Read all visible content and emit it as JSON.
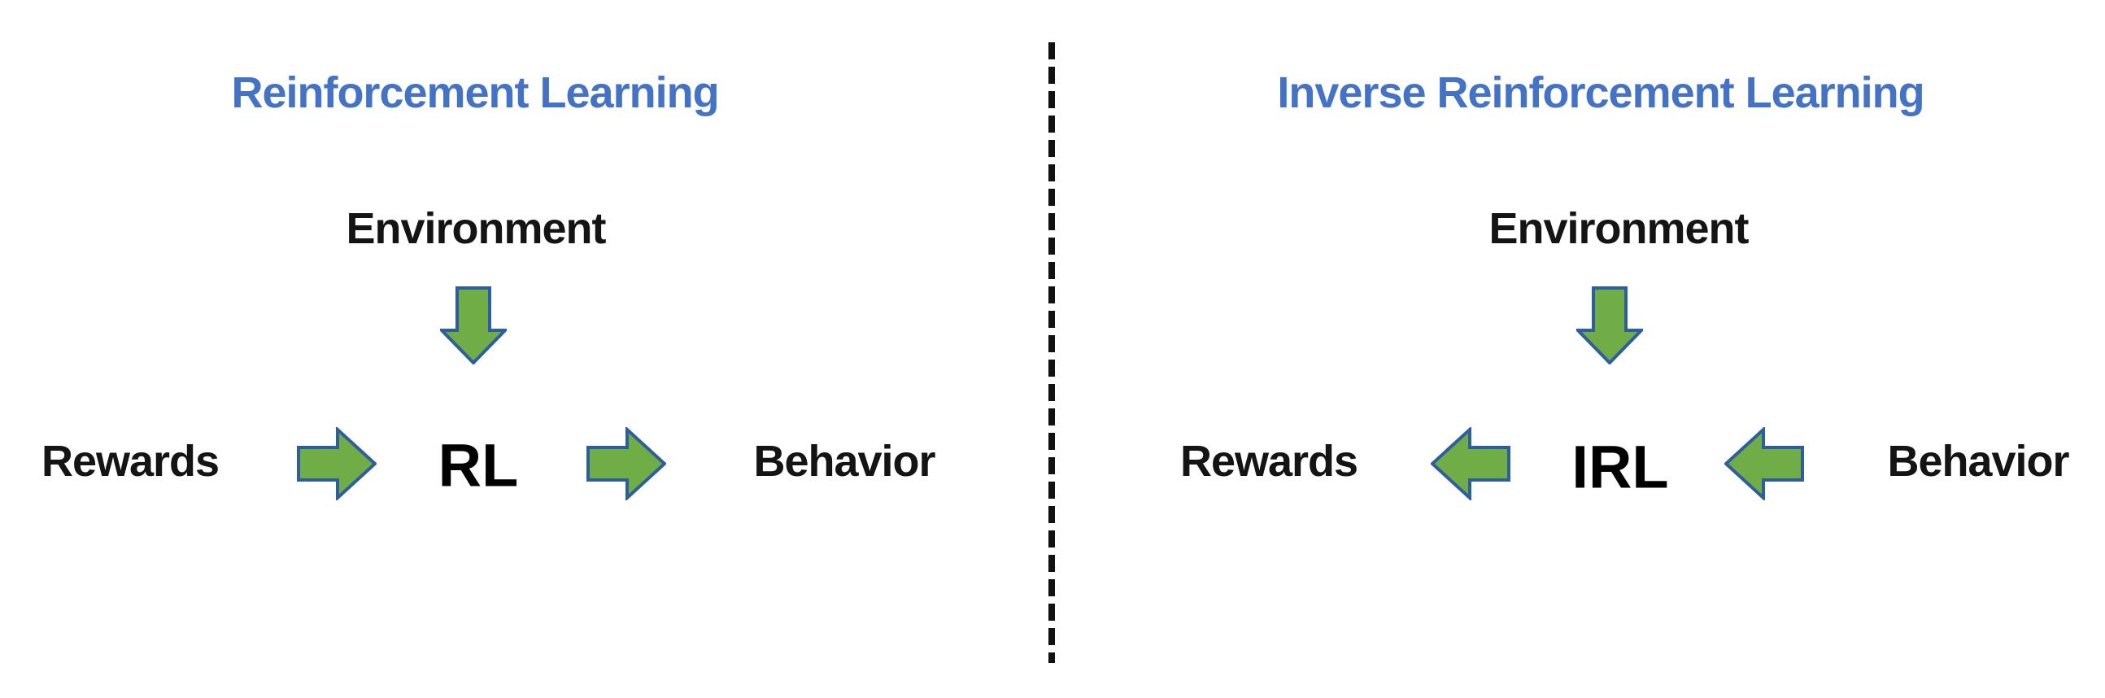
{
  "diagram": {
    "colors": {
      "accent_blue": "#4472C4",
      "arrow_fill": "#70AD47",
      "arrow_stroke": "#2E5E9E",
      "dash_color": "#111111",
      "text_color": "#141414"
    },
    "divider_style": "vertical-dashed-line",
    "left_panel": {
      "title": "Reinforcement Learning",
      "top_node": "Environment",
      "left_node": "Rewards",
      "center_node": "RL",
      "right_node": "Behavior",
      "flow": "Rewards -> RL -> Behavior, Environment -> RL"
    },
    "right_panel": {
      "title": "Inverse Reinforcement Learning",
      "top_node": "Environment",
      "left_node": "Rewards",
      "center_node": "IRL",
      "right_node": "Behavior",
      "flow": "Behavior -> IRL -> Rewards, Environment -> IRL"
    }
  }
}
